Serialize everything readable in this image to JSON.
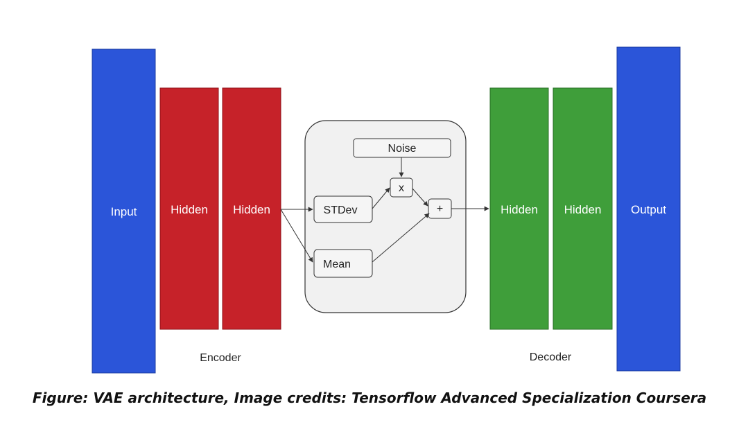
{
  "colors": {
    "io_blue": "#2b55d9",
    "encoder_red": "#c62229",
    "decoder_green": "#3f9e3a",
    "latent_panel": "#f1f1f1",
    "line": "#333333"
  },
  "diagram": {
    "input_label": "Input",
    "encoder_hidden_1": "Hidden",
    "encoder_hidden_2": "Hidden",
    "latent": {
      "noise_label": "Noise",
      "multiply_label": "x",
      "stdev_label": "STDev",
      "mean_label": "Mean",
      "add_label": "+"
    },
    "decoder_hidden_1": "Hidden",
    "decoder_hidden_2": "Hidden",
    "output_label": "Output",
    "encoder_label": "Encoder",
    "decoder_label": "Decoder"
  },
  "caption": "Figure: VAE architecture, Image credits: Tensorflow Advanced Specialization Coursera"
}
